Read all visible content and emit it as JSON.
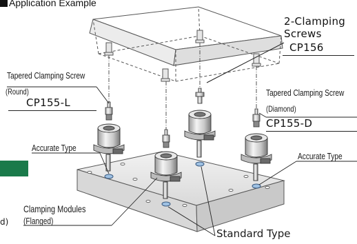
{
  "title": "Application Example",
  "labels": {
    "clamping_screws": "2-Clamping\nScrews",
    "cp156": "CP156",
    "tapered_round": "Tapered Clamping Screw",
    "round": "(Round)",
    "cp155_l": "CP155-L",
    "tapered_diamond": "Tapered Clamping Screw",
    "diamond": "(Diamond)",
    "cp155_d": "CP155-D",
    "accurate_type_left": "Accurate Type",
    "accurate_type_right": "Accurate Type",
    "clamping_modules": "Clamping Modules",
    "flanged": "(Flanged)",
    "cropped_d": "d)",
    "standard_type": "Standard Type"
  },
  "colors": {
    "green_tab": "#1a7a4a",
    "bushing": "#9ec1e3"
  },
  "icons": [
    "title-square-marker"
  ]
}
